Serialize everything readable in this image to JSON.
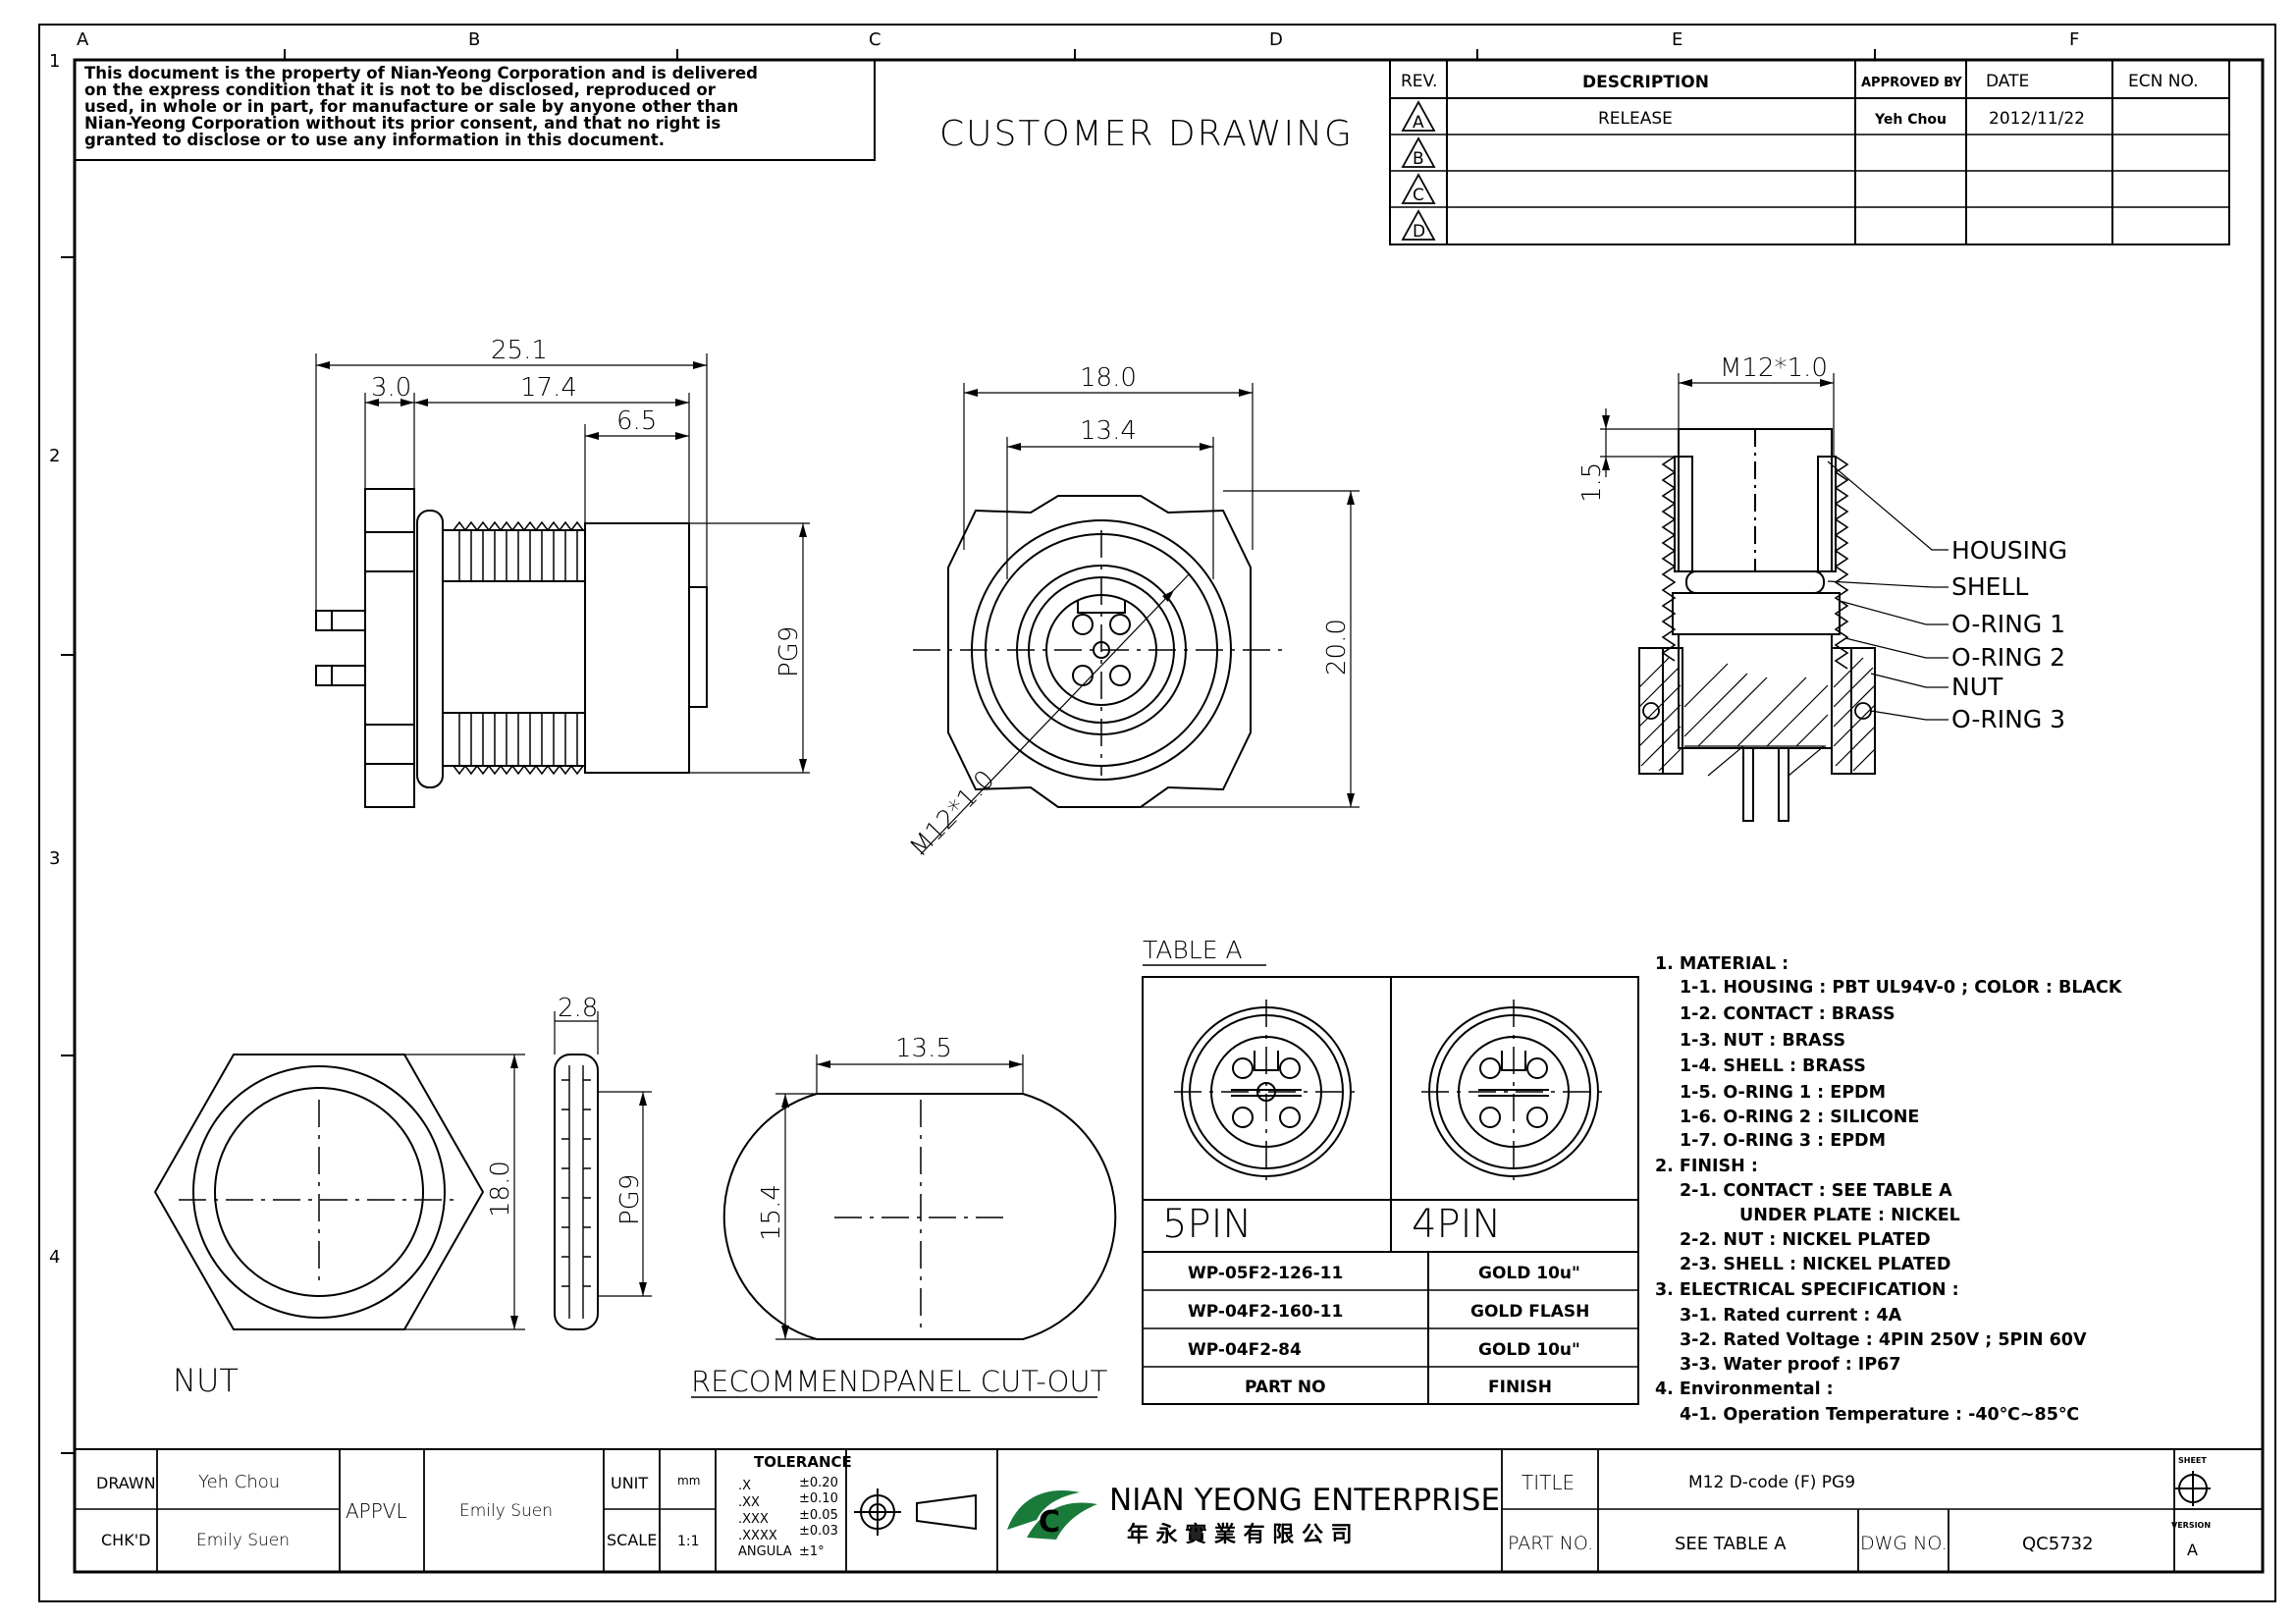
{
  "zone_labels": {
    "columns": [
      "A",
      "B",
      "C",
      "D",
      "E",
      "F"
    ],
    "rows": [
      "1",
      "2",
      "3",
      "4"
    ]
  },
  "notice": [
    "This document is the property of Nian-Yeong Corporation and is delivered",
    "on  the  express condition that it is not to be disclosed, reproduced or",
    "used, in whole or in part, for manufacture or sale by anyone other than",
    "Nian-Yeong Corporation without  its prior consent, and that  no right  is",
    "granted to disclose or to use any information in this  document."
  ],
  "drawing_title": "CUSTOMER DRAWING",
  "revision_table": {
    "headers": {
      "rev": "REV.",
      "description": "DESCRIPTION",
      "approved": "APPROVED BY",
      "date": "DATE",
      "ecn": "ECN NO."
    },
    "rows": [
      {
        "rev": "A",
        "description": "RELEASE",
        "approved": "Yeh Chou",
        "date": "2012/11/22",
        "ecn": ""
      },
      {
        "rev": "B",
        "description": "",
        "approved": "",
        "date": "",
        "ecn": ""
      },
      {
        "rev": "C",
        "description": "",
        "approved": "",
        "date": "",
        "ecn": ""
      },
      {
        "rev": "D",
        "description": "",
        "approved": "",
        "date": "",
        "ecn": ""
      }
    ]
  },
  "side_view": {
    "dim_total": "25.1",
    "dim_a": "3.0",
    "dim_b": "17.4",
    "dim_c": "6.5",
    "dim_thread": "PG9"
  },
  "front_view": {
    "dim_width": "18.0",
    "dim_inner": "13.4",
    "dim_height": "20.0",
    "dim_thread": "M12*1.0"
  },
  "section_view": {
    "dim_thread": "M12*1.0",
    "dim_offset": "1.5",
    "parts": [
      "HOUSING",
      "SHELL",
      "O-RING 1",
      "O-RING 2",
      "NUT",
      "O-RING 3"
    ]
  },
  "nut_view": {
    "dim_width": "18.0",
    "label": "NUT"
  },
  "nut_side_view": {
    "dim_thickness": "2.8",
    "dim_thread": "PG9"
  },
  "cutout_view": {
    "dim_width": "13.5",
    "dim_height": "15.4",
    "label": "RECOMMENDPANEL CUT-OUT"
  },
  "table_a": {
    "title": "TABLE A",
    "pin_labels": [
      "5PIN",
      "4PIN"
    ],
    "rows": [
      {
        "part_no": "WP-05F2-126-11",
        "finish": "GOLD 10u\""
      },
      {
        "part_no": "WP-04F2-160-11",
        "finish": "GOLD FLASH"
      },
      {
        "part_no": "WP-04F2-84",
        "finish": "GOLD 10u\""
      }
    ],
    "footer": {
      "part_no": "PART NO",
      "finish": "FINISH"
    }
  },
  "notes": [
    {
      "text": "1. MATERIAL :",
      "indent": 0
    },
    {
      "text": "1-1. HOUSING : PBT UL94V-0 ; COLOR : BLACK",
      "indent": 1
    },
    {
      "text": "1-2. CONTACT : BRASS",
      "indent": 1
    },
    {
      "text": "1-3. NUT : BRASS",
      "indent": 1
    },
    {
      "text": "1-4. SHELL : BRASS",
      "indent": 1
    },
    {
      "text": "1-5. O-RING 1 : EPDM",
      "indent": 1
    },
    {
      "text": "1-6. O-RING 2 : SILICONE",
      "indent": 1
    },
    {
      "text": "1-7. O-RING 3 : EPDM",
      "indent": 1
    },
    {
      "text": "2. FINISH :",
      "indent": 0
    },
    {
      "text": "2-1. CONTACT : SEE TABLE A",
      "indent": 1
    },
    {
      "text": "UNDER PLATE : NICKEL",
      "indent": 2
    },
    {
      "text": "2-2. NUT : NICKEL PLATED",
      "indent": 1
    },
    {
      "text": "2-3. SHELL : NICKEL PLATED",
      "indent": 1
    },
    {
      "text": "3. ELECTRICAL SPECIFICATION :",
      "indent": 0
    },
    {
      "text": "3-1. Rated current : 4A",
      "indent": 1
    },
    {
      "text": "3-2. Rated Voltage : 4PIN 250V ; 5PIN 60V",
      "indent": 1
    },
    {
      "text": "3-3. Water proof : IP67",
      "indent": 1
    },
    {
      "text": "4. Environmental :",
      "indent": 0
    },
    {
      "text": "4-1. Operation Temperature : -40℃~85℃",
      "indent": 1
    }
  ],
  "title_block": {
    "drawn_label": "DRAWN",
    "drawn_by": "Yeh Chou",
    "checked_label": "CHK'D",
    "checked_by": "Emily Suen",
    "approval_label": "APPVL",
    "approved_by": "Emily Suen",
    "unit_label": "UNIT",
    "unit": "mm",
    "scale_label": "SCALE",
    "scale": "1:1",
    "tolerance_title": "TOLERANCE",
    "tolerances": [
      {
        "pattern": ".X",
        "value": "±0.20"
      },
      {
        "pattern": ".XX",
        "value": "±0.10"
      },
      {
        "pattern": ".XXX",
        "value": "±0.05"
      },
      {
        "pattern": ".XXXX",
        "value": "±0.03"
      },
      {
        "pattern": "ANGULA",
        "value": "±1°"
      }
    ],
    "company_name": "NIAN YEONG ENTERPRISE",
    "company_name_cn": "年 永 實 業 有 限 公 司",
    "title_label": "TITLE",
    "title_value": "M12 D-code (F) PG9",
    "part_no_label": "PART NO.",
    "part_no_value": "SEE TABLE A",
    "dwg_no_label": "DWG NO.",
    "dwg_no_value": "QC5732",
    "sheet_label": "SHEET",
    "version_label": "VERSION",
    "version_value": "A"
  },
  "colors": {
    "ink": "#000000",
    "paper": "#ffffff",
    "logo": "#1a7a3a"
  }
}
